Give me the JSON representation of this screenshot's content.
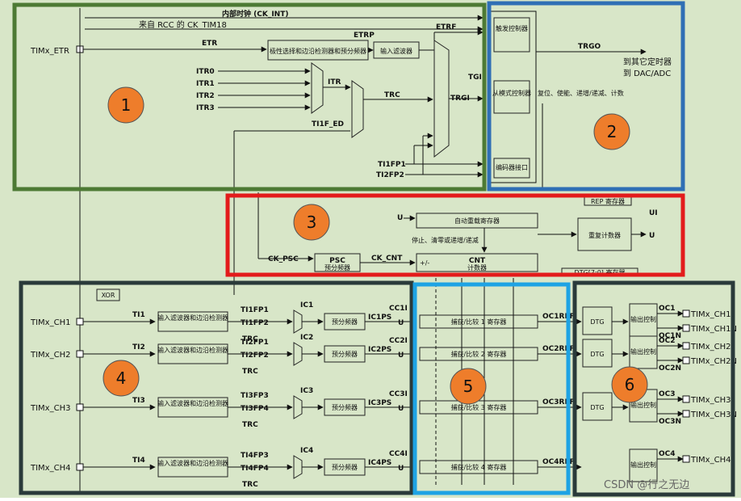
{
  "regions": [
    {
      "number": "1",
      "color": "#4d7a34"
    },
    {
      "number": "2",
      "color": "#2f6fb5"
    },
    {
      "number": "3",
      "color": "#e31b1b"
    },
    {
      "number": "4",
      "color": "#2a3a3a"
    },
    {
      "number": "5",
      "color": "#1ea3e4"
    },
    {
      "number": "6",
      "color": "#2a3a3a"
    }
  ],
  "top": {
    "ck_int": "内部时钟 (CK_INT)",
    "ck_tim18": "来自 RCC 的 CK_TIM18",
    "etr_pin": "TIMx_ETR",
    "etr": "ETR",
    "etrp": "ETRP",
    "etrf": "ETRF",
    "polarity_block": "极性选择和边沿检测器和预分频器",
    "input_filter": "输入滤波器",
    "itr": [
      "ITR0",
      "ITR1",
      "ITR2",
      "ITR3"
    ],
    "itr_bus": "ITR",
    "trc": "TRC",
    "tgi": "TGI",
    "trgi": "TRGI",
    "ti1f_ed": "TI1F_ED",
    "ti1fp1": "TI1FP1",
    "ti2fp2": "TI2FP2"
  },
  "right_top": {
    "trigger_ctrl": "触发控制器",
    "slave_ctrl": "从模式控制器",
    "encoder_if": "编码器接口",
    "trgo": "TRGO",
    "to_other": "到其它定时器",
    "to_dac": "到 DAC/ADC",
    "reset_etc": "复位、使能、递增/递减、计数"
  },
  "counter": {
    "u": "U",
    "auto_reload": "自动重载寄存器",
    "stop_clear": "停止、清零或递增/递减",
    "ck_psc": "CK_PSC",
    "psc": "PSC",
    "psc_sub": "预分频器",
    "ck_cnt": "CK_CNT",
    "cnt": "CNT",
    "cnt_sub": "计数器",
    "plus_minus": "+/-",
    "rep": "REP 寄存器",
    "rep_counter": "重复计数器",
    "ui": "UI",
    "dtg_reg": "DTG[7:0] 寄存器"
  },
  "channels": [
    {
      "pin": "TIMx_CH1",
      "ti": "TI1",
      "fp_a": "TI1FP1",
      "fp_b": "TI1FP2",
      "ic": "IC1",
      "ps": "IC1PS",
      "cci": "CC1I",
      "ccr": "捕获/比较 1 寄存器",
      "oc": "OC1REF",
      "out": "OC1",
      "outn": "OC1N",
      "out_pin": "TIMx_CH1",
      "outn_pin": "TIMx_CH1N"
    },
    {
      "pin": "TIMx_CH2",
      "ti": "TI2",
      "fp_a": "TI2FP1",
      "fp_b": "TI2FP2",
      "ic": "IC2",
      "ps": "IC2PS",
      "cci": "CC2I",
      "ccr": "捕获/比较 2 寄存器",
      "oc": "OC2REF",
      "out": "OC2",
      "outn": "OC2N",
      "out_pin": "TIMx_CH2",
      "outn_pin": "TIMx_CH2N"
    },
    {
      "pin": "TIMx_CH3",
      "ti": "TI3",
      "fp_a": "TI3FP3",
      "fp_b": "TI3FP4",
      "ic": "IC3",
      "ps": "IC3PS",
      "cci": "CC3I",
      "ccr": "捕获/比较 3 寄存器",
      "oc": "OC3REF",
      "out": "OC3",
      "outn": "OC3N",
      "out_pin": "TIMx_CH3",
      "outn_pin": "TIMx_CH3N"
    },
    {
      "pin": "TIMx_CH4",
      "ti": "TI4",
      "fp_a": "TI4FP3",
      "fp_b": "TI4FP4",
      "ic": "IC4",
      "ps": "IC4PS",
      "cci": "CC4I",
      "ccr": "捕获/比较 4 寄存器",
      "oc": "OC4REF",
      "out": "OC4",
      "outn": "",
      "out_pin": "TIMx_CH4",
      "outn_pin": ""
    }
  ],
  "common": {
    "xor": "XOR",
    "filter_edge": "输入滤波器和边沿检测器",
    "trc": "TRC",
    "prescaler": "预分频器",
    "u": "U",
    "dtg": "DTG",
    "output_ctrl": "输出控制"
  },
  "watermark": "CSDN @行之无边"
}
